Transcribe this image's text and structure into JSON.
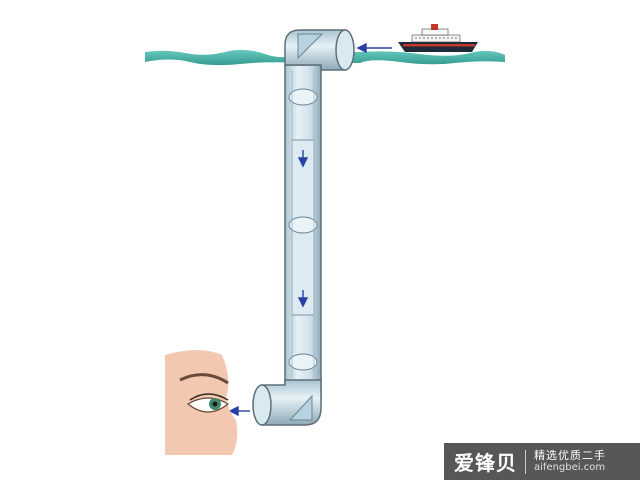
{
  "colors": {
    "water": "#2eaea0",
    "tube_glass": "#c9dfe8",
    "tube_outline": "#5d6f7a",
    "light_ray": "#2a3ea8",
    "ship_hull": "#1e2a3a",
    "ship_stripe": "#c0392b",
    "skin": "#f2c9b0",
    "iris": "#3f8a6a"
  },
  "icons": [
    "ship-icon",
    "eye-icon",
    "arrow-left-icon",
    "arrow-down-icon"
  ],
  "watermark": {
    "brand": "爱锋贝",
    "slogan": "精选优质二手",
    "domain": "aifengbei.com"
  }
}
